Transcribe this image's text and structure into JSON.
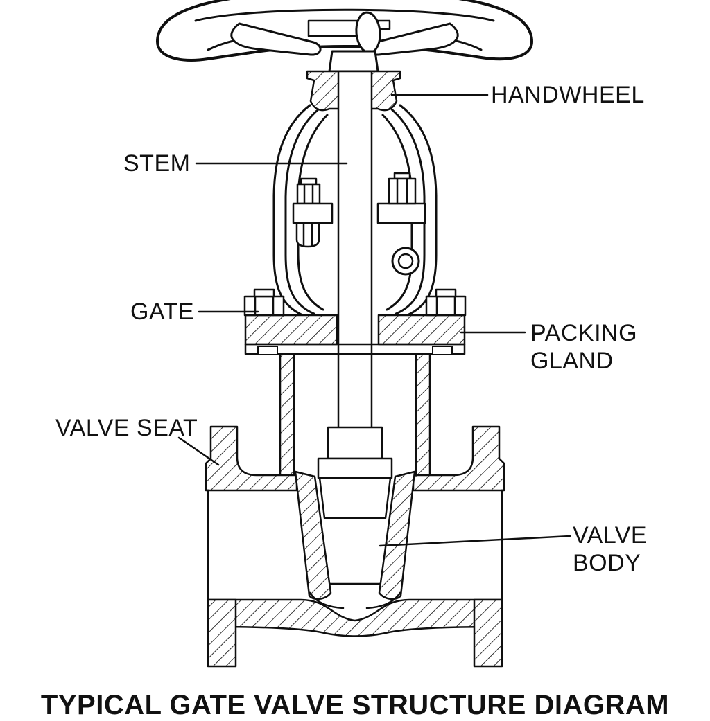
{
  "page": {
    "background": "#ffffff"
  },
  "diagram": {
    "type": "technical-line-drawing",
    "subject": "gate valve cross-section",
    "line_color": "#0f0f0f",
    "text_color": "#111111",
    "title": "TYPICAL GATE VALVE STRUCTURE DIAGRAM",
    "callouts": {
      "handwheel": {
        "label": "HANDWHEEL"
      },
      "stem": {
        "label": "STEM"
      },
      "gate": {
        "label": "GATE"
      },
      "packing_gland": {
        "label": "PACKING GLAND"
      },
      "valve_seat": {
        "label": "VALVE SEAT"
      },
      "valve_body": {
        "label": "VALVE BODY"
      }
    }
  }
}
